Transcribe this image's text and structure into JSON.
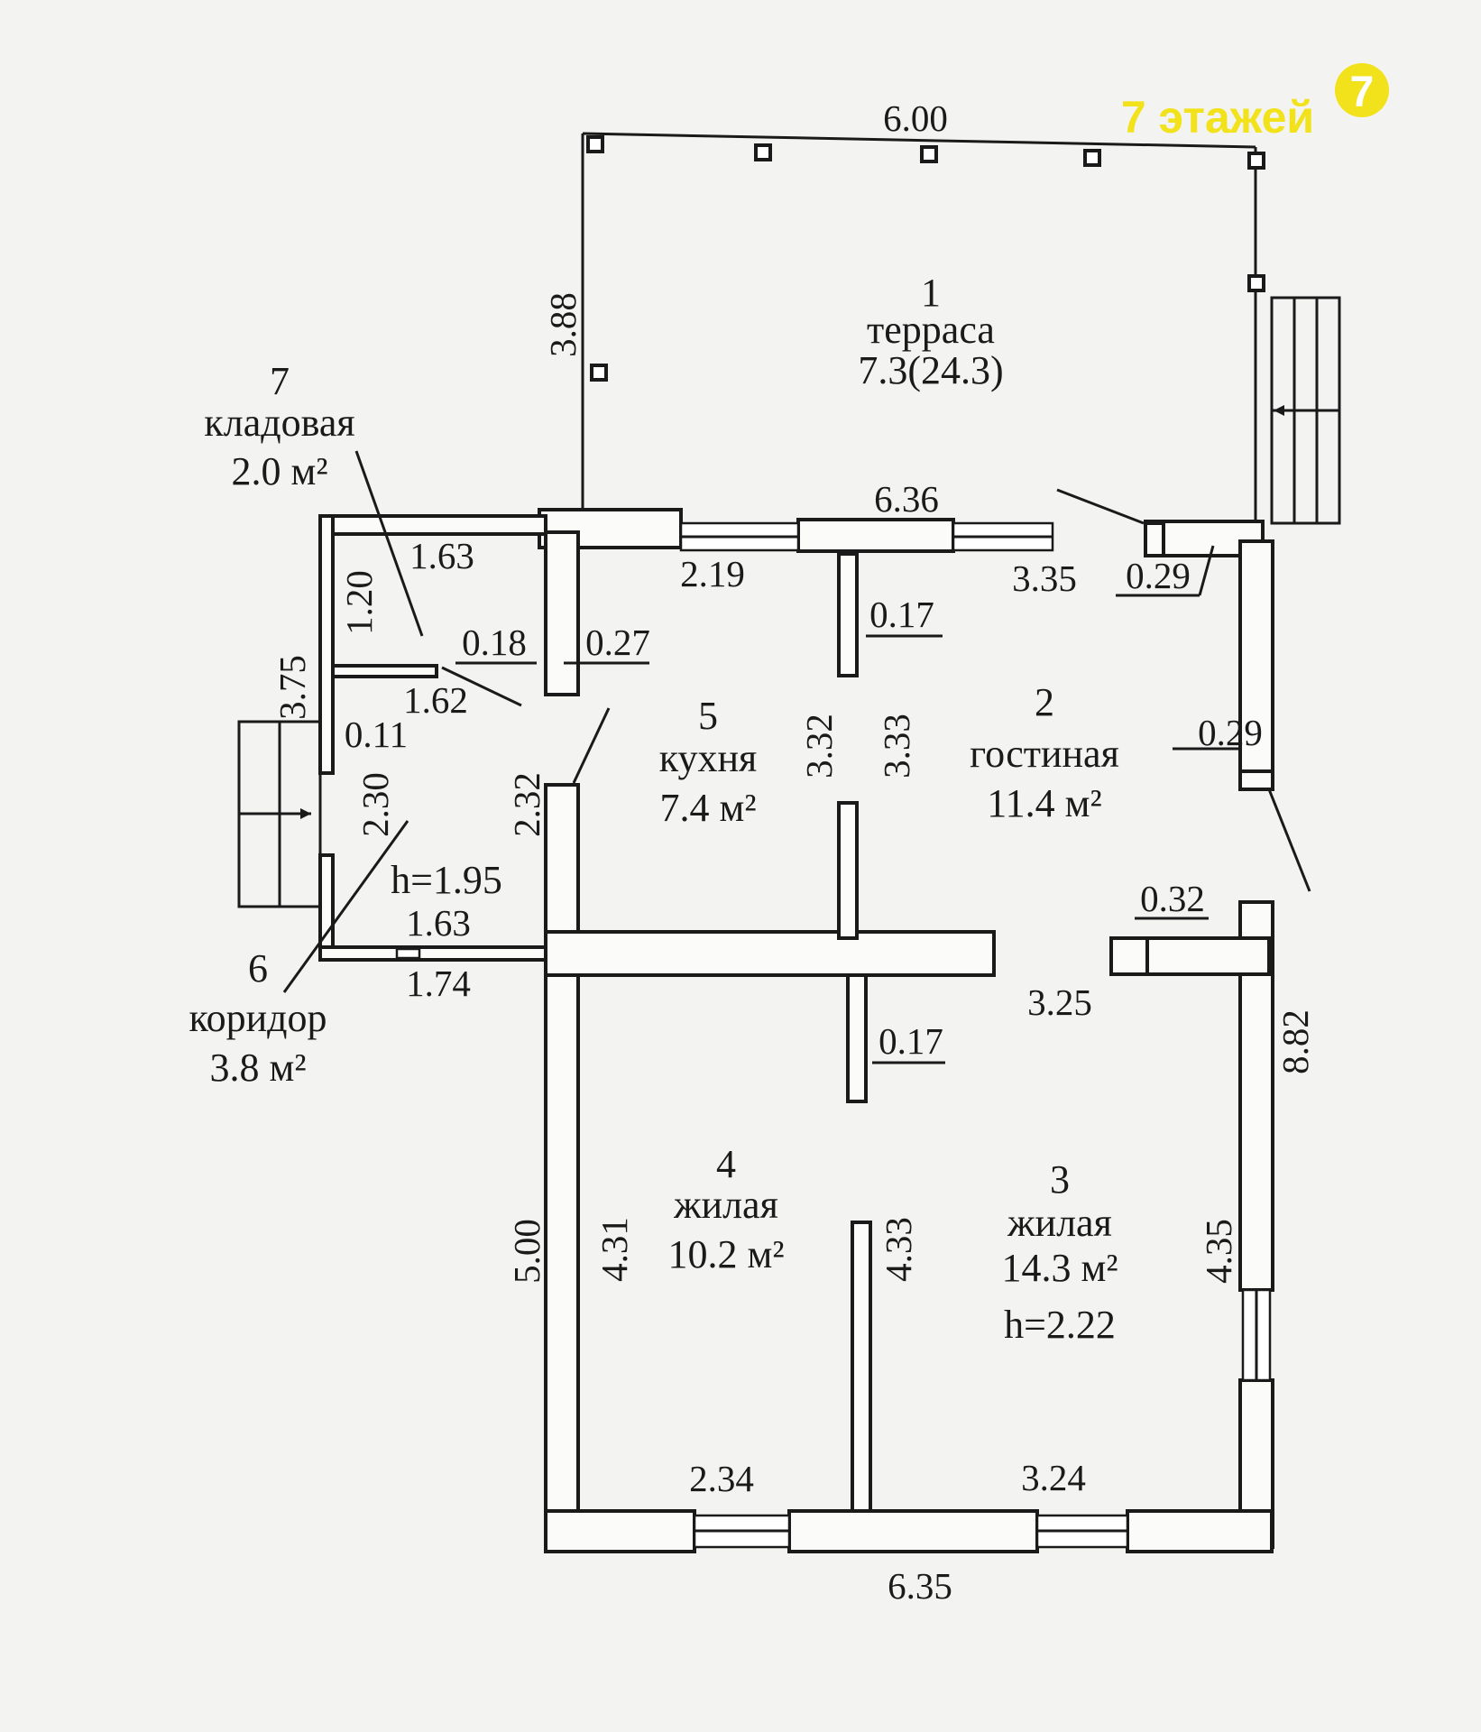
{
  "watermark": {
    "text": "7 этажей",
    "logo_glyph": "7",
    "color": "#f2e21b"
  },
  "rooms": [
    {
      "num": "1",
      "name": "терраса",
      "area": "7.3(24.3)"
    },
    {
      "num": "2",
      "name": "гостиная",
      "area": "11.4 м²"
    },
    {
      "num": "3",
      "name": "жилая",
      "area": "14.3 м²",
      "height": "h=2.22"
    },
    {
      "num": "4",
      "name": "жилая",
      "area": "10.2 м²"
    },
    {
      "num": "5",
      "name": "кухня",
      "area": "7.4 м²"
    },
    {
      "num": "6",
      "name": "коридор",
      "area": "3.8 м²",
      "height": "h=1.95"
    },
    {
      "num": "7",
      "name": "кладовая",
      "area": "2.0 м²"
    }
  ],
  "dimensions": {
    "terrace_top": "6.00",
    "terrace_left": "3.88",
    "terrace_bottom": "6.36",
    "kitchen_window": "2.19",
    "living_window": "3.35",
    "terrace_door": "0.29",
    "living_door": "0.29",
    "partition_top": "0.17",
    "partition_bottom": "0.17",
    "storage_width": "1.63",
    "storage_height": "1.20",
    "storage_door_a": "0.18",
    "storage_door_b": "0.27",
    "corridor_left_total": "3.75",
    "storage_bottom": "1.62",
    "corridor_door": "0.11",
    "corridor_height": "2.30",
    "kitchen_side": "2.32",
    "kitchen_height": "3.32",
    "living_height": "3.33",
    "corridor_width": "1.63",
    "corridor_bottom": "1.74",
    "bedroom_door": "0.32",
    "right_total": "8.82",
    "bedroom_width": "3.25",
    "left_total": "5.00",
    "room4_height": "4.31",
    "room4_partition": "4.33",
    "room3_height": "4.35",
    "room4_window": "2.34",
    "room3_window": "3.24",
    "bottom_total": "6.35"
  }
}
